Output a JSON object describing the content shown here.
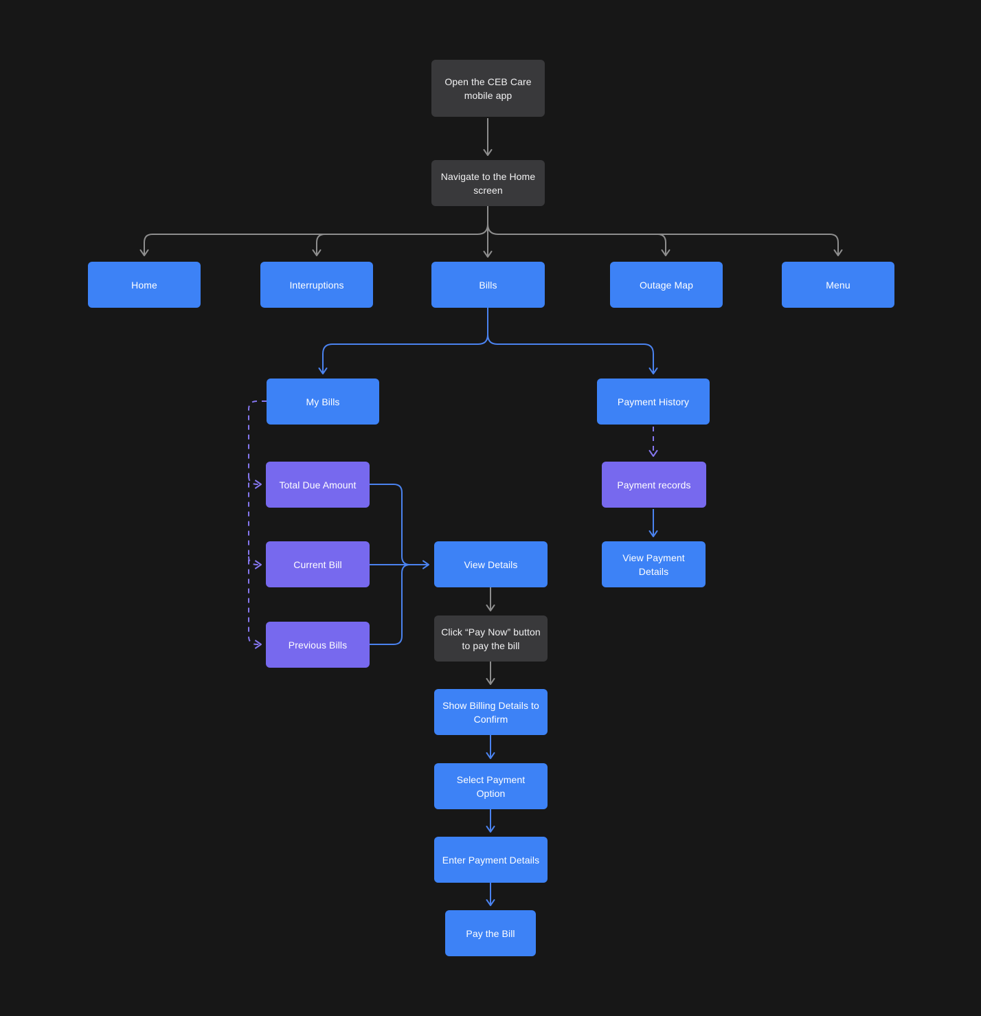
{
  "colors": {
    "background": "#171717",
    "node_blue": "#3d82f6",
    "node_purple": "#7769ee",
    "node_dark": "#39393b",
    "text": "#ffffff",
    "connector_gray": "#8e8e8e",
    "connector_blue": "#4b83f0",
    "connector_purple_dashed": "#8577f0"
  },
  "diagram": {
    "top": {
      "open_app": "Open the CEB Care mobile app",
      "navigate_home": "Navigate to the Home screen"
    },
    "nav_row": {
      "home": "Home",
      "interruptions": "Interruptions",
      "bills": "Bills",
      "outage_map": "Outage Map",
      "menu": "Menu"
    },
    "bills_branch": {
      "my_bills": "My Bills",
      "my_bills_children": {
        "total_due": "Total Due Amount",
        "current_bill": "Current Bill",
        "previous_bills": "Previous Bills"
      },
      "view_details": "View Details",
      "pay_flow": {
        "click_pay_now": "Click “Pay Now” button to pay the bill",
        "show_billing": "Show Billing Details to Confirm",
        "select_payment": "Select Payment Option",
        "enter_payment": "Enter Payment Details",
        "pay_bill": "Pay the Bill"
      }
    },
    "payment_history_branch": {
      "payment_history": "Payment History",
      "payment_records": "Payment records",
      "view_payment_details": "View Payment Details"
    }
  }
}
